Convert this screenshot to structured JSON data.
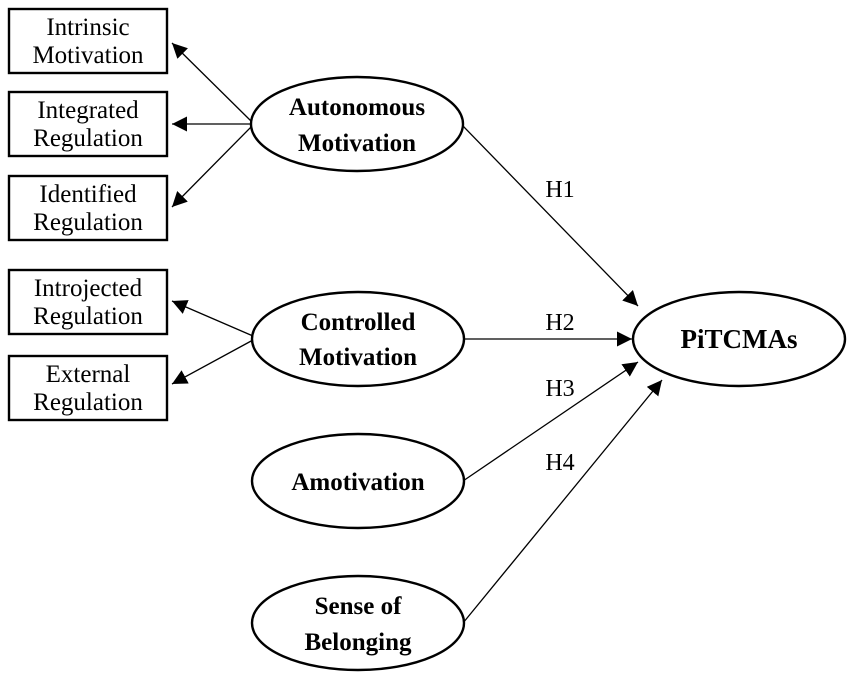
{
  "indicators": {
    "intrinsic": [
      "Intrinsic",
      "Motivation"
    ],
    "integrated": [
      "Integrated",
      "Regulation"
    ],
    "identified": [
      "Identified",
      "Regulation"
    ],
    "introjected": [
      "Introjected",
      "Regulation"
    ],
    "external": [
      "External",
      "Regulation"
    ]
  },
  "latents": {
    "autonomous": [
      "Autonomous",
      "Motivation"
    ],
    "controlled": [
      "Controlled",
      "Motivation"
    ],
    "amotivation": [
      "Amotivation"
    ],
    "belonging": [
      "Sense of",
      "Belonging"
    ],
    "outcome": [
      "PiTCMAs"
    ]
  },
  "hypotheses": {
    "h1": "H1",
    "h2": "H2",
    "h3": "H3",
    "h4": "H4"
  }
}
